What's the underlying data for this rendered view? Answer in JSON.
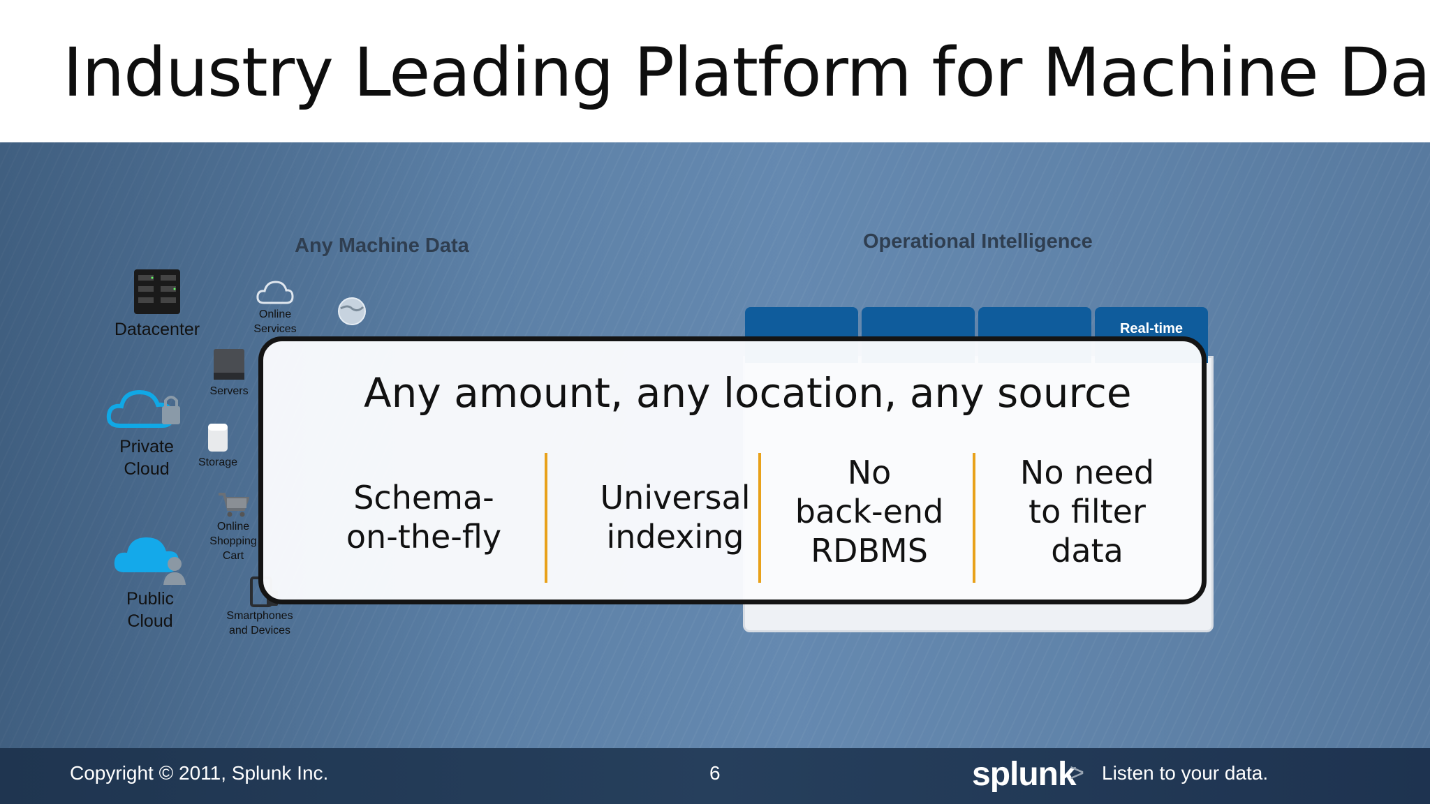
{
  "slide": {
    "title": "Industry Leading Platform for Machine Data"
  },
  "left_section": {
    "heading": "Any Machine Data",
    "sources": [
      {
        "label": "Datacenter",
        "icon": "server-rack-icon"
      },
      {
        "label": "Private Cloud",
        "icon": "private-cloud-icon"
      },
      {
        "label": "Public Cloud",
        "icon": "public-cloud-icon"
      },
      {
        "label": "Online Services",
        "icon": "cloud-icon"
      },
      {
        "label": "Servers",
        "icon": "server-icon"
      },
      {
        "label": "Storage",
        "icon": "storage-icon"
      },
      {
        "label": "Online Shopping Cart",
        "icon": "shopping-cart-icon"
      },
      {
        "label": "Smartphones and Devices",
        "icon": "smartphone-icon"
      }
    ]
  },
  "right_section": {
    "heading": "Operational Intelligence",
    "tabs": [
      {
        "label": ""
      },
      {
        "label": ""
      },
      {
        "label": ""
      },
      {
        "label": "Real-time"
      }
    ]
  },
  "card": {
    "headline": "Any amount, any location, any source",
    "features": [
      {
        "line1": "Schema-",
        "line2": "on-the-fly"
      },
      {
        "line1": "Universal",
        "line2": "indexing"
      },
      {
        "line1": "No",
        "line2": "back-end",
        "line3": "RDBMS"
      },
      {
        "line1": "No need",
        "line2": "to filter",
        "line3": "data"
      }
    ]
  },
  "footer": {
    "copyright": "Copyright © 2011, Splunk Inc.",
    "page_number": "6",
    "logo": "splunk",
    "tagline": "Listen to your data."
  },
  "colors": {
    "tab_blue": "#0f5c9c",
    "divider_orange": "#e8a11a",
    "footer_navy": "#233a56"
  }
}
